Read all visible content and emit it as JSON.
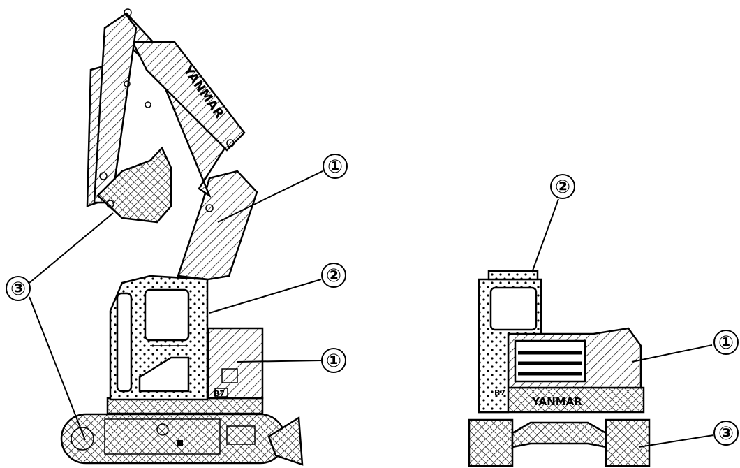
{
  "brand_text": "YANMAR",
  "model_badge": "B7",
  "legend": {
    "zone1": "①",
    "zone2": "②",
    "zone3": "③"
  },
  "callouts": {
    "side_boom": "①",
    "side_cab": "②",
    "side_body": "①",
    "side_undercarriage": "③",
    "rear_cab": "②",
    "rear_body": "①",
    "rear_tracks": "③"
  }
}
